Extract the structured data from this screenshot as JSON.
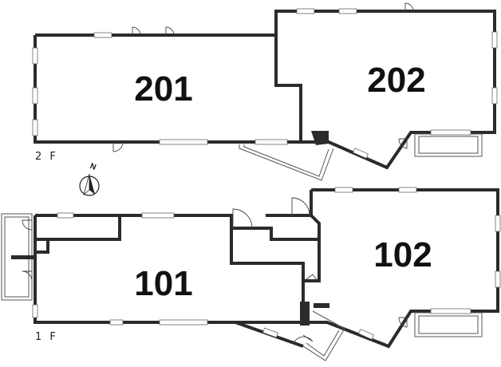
{
  "floors": {
    "second": {
      "label": "2 F",
      "rooms": [
        {
          "id": "201",
          "label": "201"
        },
        {
          "id": "202",
          "label": "202"
        }
      ]
    },
    "first": {
      "label": "1 F",
      "rooms": [
        {
          "id": "101",
          "label": "101"
        },
        {
          "id": "102",
          "label": "102"
        }
      ]
    }
  },
  "compass": {
    "label": "N",
    "icon": "north-arrow-icon"
  },
  "colors": {
    "wall": "#2b2b2b",
    "background": "#ffffff"
  }
}
